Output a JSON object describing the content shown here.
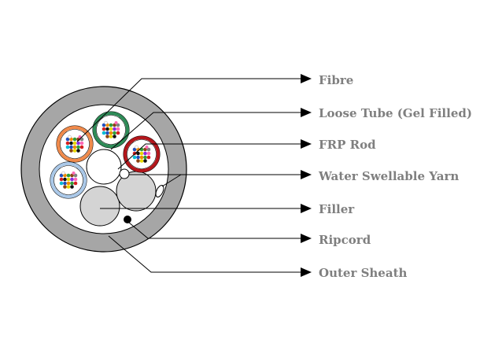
{
  "labels": {
    "fibre": "Fibre",
    "loose_tube": "Loose Tube (Gel Filled)",
    "frp_rod": "FRP Rod",
    "water_yarn": "Water Swellable Yarn",
    "filler": "Filler",
    "ripcord": "Ripcord",
    "outer_sheath": "Outer Sheath"
  },
  "colors": {
    "label_text": "#7f7f7f",
    "sheath": "#a6a6a6",
    "filler": "#d4d4d4",
    "tube_orange": "#f08a4b",
    "tube_green": "#2e8b57",
    "tube_red": "#b3161b",
    "tube_blue": "#aac8e8",
    "ripcord": "#000000",
    "fibre_colors": [
      "#1f4fbf",
      "#f08a00",
      "#2e9e3a",
      "#8b4513",
      "#808080",
      "#ffffff",
      "#d42020",
      "#111111",
      "#e8d800",
      "#8a2be2",
      "#ff69b4",
      "#00bcd4"
    ]
  }
}
